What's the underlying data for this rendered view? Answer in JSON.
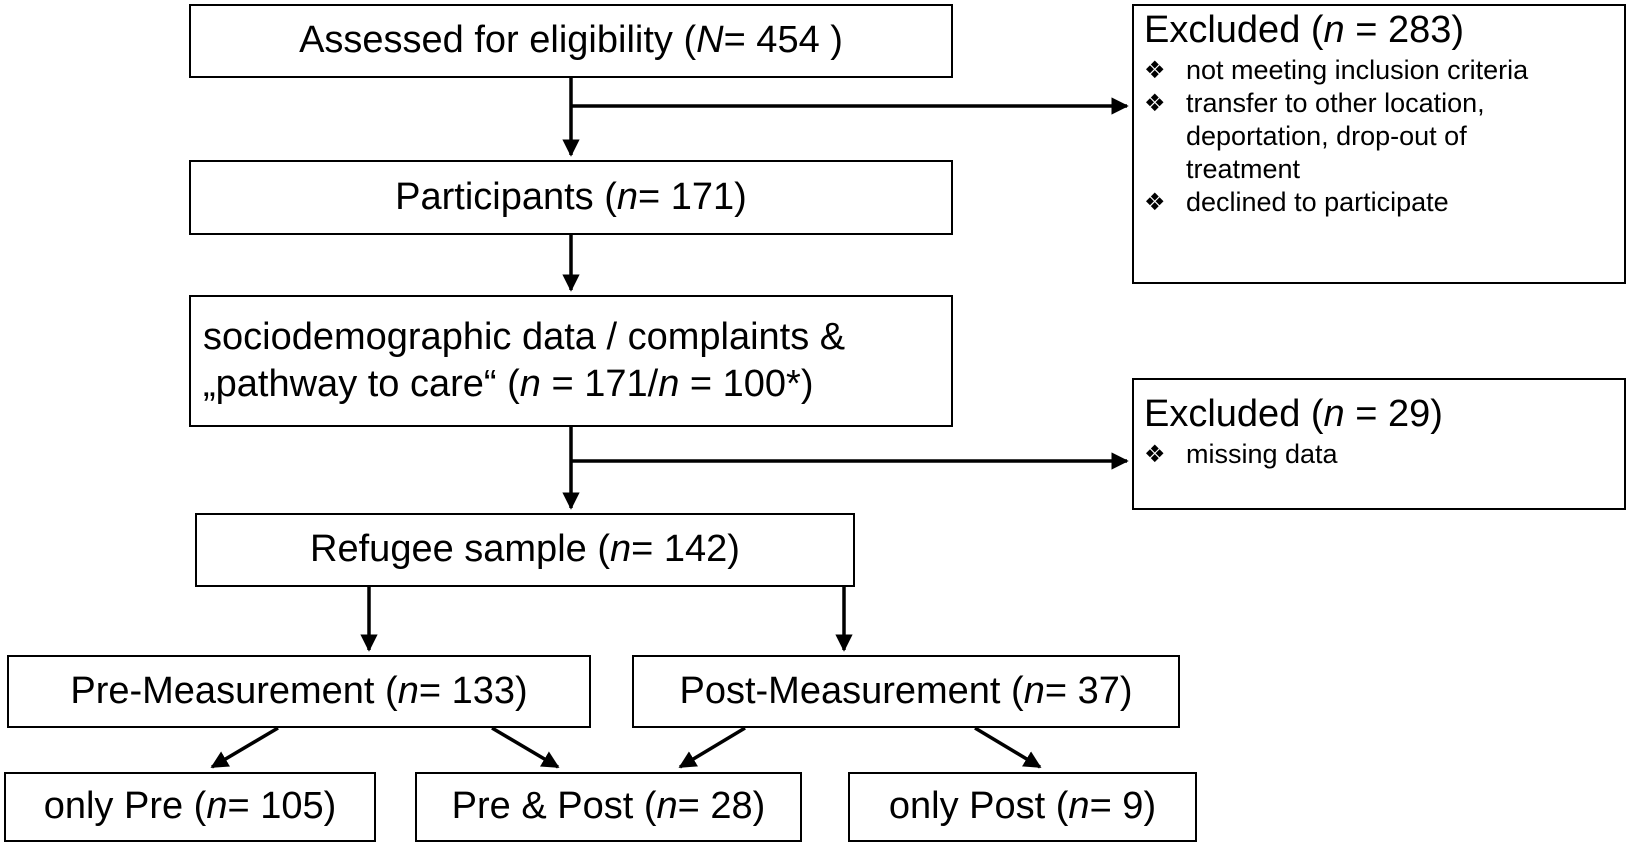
{
  "nodes": {
    "assessed": {
      "prefix": "Assessed for eligibility (",
      "var": "N",
      "value": " = 454 )"
    },
    "participants": {
      "prefix": "Participants (",
      "var": "n",
      "value": " = 171)"
    },
    "socio": {
      "line1": "sociodemographic data / complaints &",
      "line2_prefix": "„pathway to care“ (",
      "line2_var1": "n",
      "line2_mid": " = 171/",
      "line2_var2": "n",
      "line2_suffix": " = 100*)"
    },
    "refugee": {
      "prefix": "Refugee sample (",
      "var": "n",
      "value": " = 142)"
    },
    "pre": {
      "prefix": "Pre-Measurement (",
      "var": "n",
      "value": " = 133)"
    },
    "post": {
      "prefix": "Post-Measurement (",
      "var": "n",
      "value": " = 37)"
    },
    "only_pre": {
      "prefix": "only Pre (",
      "var": "n",
      "value": " = 105)"
    },
    "pre_post": {
      "prefix": "Pre & Post (",
      "var": "n",
      "value": " = 28)"
    },
    "only_post": {
      "prefix": "only Post (",
      "var": "n",
      "value": " = 9)"
    }
  },
  "excluded1": {
    "title_prefix": "Excluded (",
    "title_var": "n",
    "title_value": " = 283)",
    "bullet": "❖",
    "items": [
      "not meeting inclusion criteria",
      "transfer to other location,",
      "deportation, drop-out of",
      "treatment",
      "declined to participate"
    ]
  },
  "excluded2": {
    "title_prefix": "Excluded (",
    "title_var": "n",
    "title_value": " = 29)",
    "bullet": "❖",
    "items": [
      "missing data"
    ]
  }
}
